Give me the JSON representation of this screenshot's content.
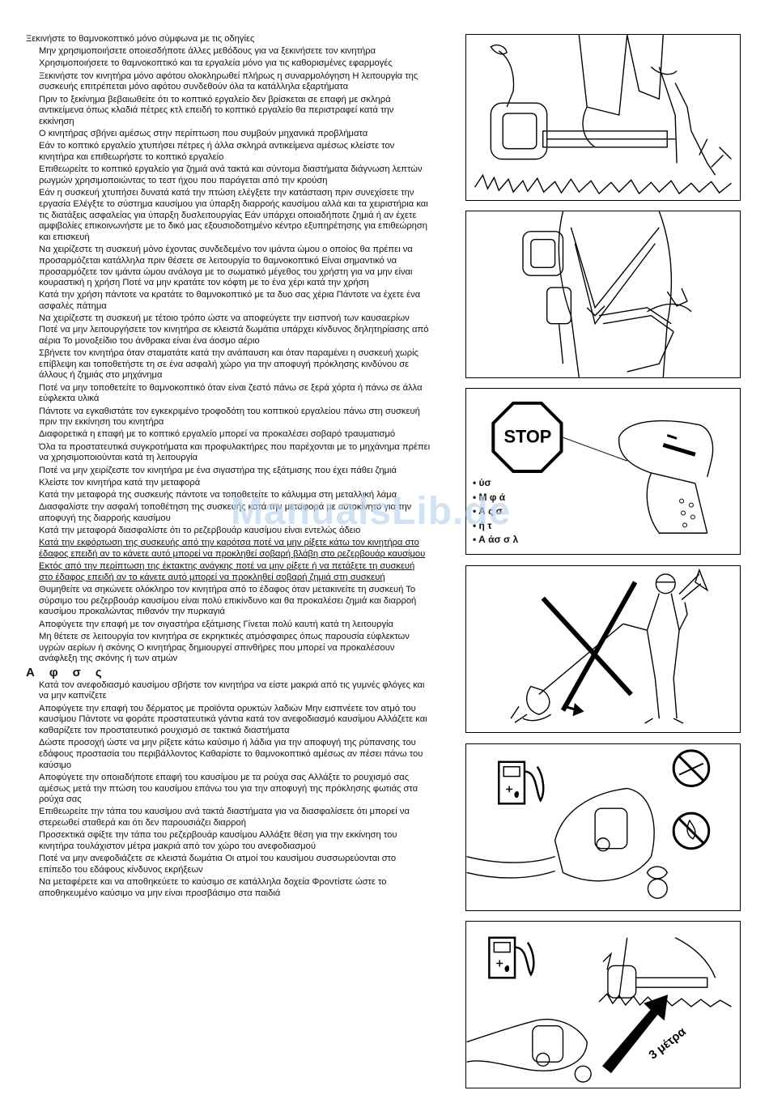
{
  "paragraphs_before_heading": [
    "Ξεκινήστε το θαμνοκοπτικό μόνο σύμφωνα με τις οδηγίες",
    "Μην χρησιμοποιήσετε οποιεσδήποτε άλλες μεθόδους για να ξεκινήσετε τον κινητήρα",
    "Χρησιμοποιήσετε το θαμνοκοπτικό και τα εργαλεία μόνο για τις καθορισμένες εφαρμογές",
    "Ξεκινήστε τον κινητήρα μόνο αφότου ολοκληρωθεί πλήρως η συναρμολόγηση Η λειτουργία της συσκευής επιτρέπεται μόνο αφότου συνδεθούν όλα τα κατάλληλα εξαρτήματα",
    "Πριν το ξεκίνημα βεβαιωθείτε ότι το κοπτικό εργαλείο δεν βρίσκεται σε επαφή με σκληρά αντικείμενα όπως κλαδιά πέτρες κτλ επειδή το κοπτικό εργαλείο θα περιστραφεί κατά την εκκίνηση",
    "Ο κινητήρας σβήνει αμέσως στην περίπτωση που συμβούν μηχανικά προβλήματα",
    "Εάν το κοπτικό εργαλείο χτυπήσει πέτρες ή άλλα σκληρά αντικείμενα αμέσως κλείστε τον κινητήρα και επιθεωρήστε το κοπτικό εργαλείο",
    "Επιθεωρείτε το κοπτικό εργαλείο για ζημιά ανά τακτά και σύντομα διαστήματα διάγνωση λεπτών ρωγμών χρησιμοποιώντας το τεστ ήχου που παράγεται από την κρούση",
    "Εάν η συσκευή χτυπήσει δυνατά κατά την πτώση ελέγξετε την κατάσταση πριν συνεχίσετε την εργασία Ελέγξτε το σύστημα καυσίμου για ύπαρξη διαρροής καυσίμου αλλά και τα χειριστήρια και τις διατάξεις ασφαλείας για ύπαρξη δυσλειτουργίας Εάν υπάρχει οποιαδήποτε ζημιά ή αν έχετε αμφιβολίες επικοινωνήστε με το δικό μας εξουσιοδοτημένο κέντρο εξυπηρέτησης για επιθεώρηση και επισκευή",
    "Να χειρίζεστε τη συσκευή μόνο έχοντας συνδεδεμένο τον ιμάντα ώμου ο οποίος θα πρέπει να προσαρμόζεται κατάλληλα πριν θέσετε σε λειτουργία το θαμνοκοπτικό Είναι σημαντικό να προσαρμόζετε τον ιμάντα ώμου ανάλογα με το σωματικό μέγεθος του χρήστη για να μην είναι κουραστική η χρήση Ποτέ να μην κρατάτε τον κόφτη με το ένα χέρι κατά την χρήση",
    "Κατά την χρήση πάντοτε να κρατάτε το θαμνοκοπτικό με τα δυο σας χέρια Πάντοτε να έχετε ένα ασφαλές πάτημα",
    "Να χειρίζεστε τη συσκευή με τέτοιο τρόπο ώστε να αποφεύγετε την εισπνοή των καυσαερίων Ποτέ να μην λειτουργήσετε τον κινητήρα σε κλειστά δωμάτια υπάρχει κίνδυνος δηλητηρίασης από αέρια Το μονοξείδιο του άνθρακα είναι ένα άοσμο αέριο",
    "Σβήνετε τον κινητήρα όταν σταματάτε κατά την ανάπαυση και όταν παραμένει η συσκευή χωρίς επίβλεψη και τοποθετήστε τη σε ένα ασφαλή χώρο για την αποφυγή πρόκλησης κινδύνου σε άλλους ή ζημιάς στο μηχάνημα",
    "Ποτέ να μην τοποθετείτε το θαμνοκοπτικό όταν είναι ζεστό πάνω σε ξερά χόρτα ή πάνω σε άλλα εύφλεκτα υλικά",
    "Πάντοτε να εγκαθιστάτε τον εγκεκριμένο τροφοδότη του κοπτικού εργαλείου πάνω στη συσκευή πριν την εκκίνηση του κινητήρα",
    "Διαφορετικά η επαφή με το κοπτικό εργαλείο μπορεί να προκαλέσει σοβαρό τραυματισμό",
    "Όλα τα προστατευτικά συγκροτήματα και προφυλακτήρες που παρέχονται με το μηχάνημα πρέπει να χρησιμοποιούνται κατά τη λειτουργία",
    "Ποτέ να μην χειρίζεστε τον κινητήρα με ένα σιγαστήρα της εξάτμισης που έχει πάθει ζημιά",
    "Κλείστε τον κινητήρα κατά την μεταφορά",
    "Κατά την μεταφορά της συσκευής πάντοτε να τοποθετείτε το κάλυμμα στη μεταλλική λάμα",
    "Διασφαλίστε την ασφαλή τοποθέτηση της συσκευής κατά την μεταφορά με αυτοκίνητο για την αποφυγή της διαρροής καυσίμου",
    "Κατά την μεταφορά διασφαλίστε ότι το ρεζερβουάρ καυσίμου είναι εντελώς άδειο"
  ],
  "paragraphs_underlined": [
    "Κατά την εκφόρτωση της συσκευής από την καρότσα ποτέ να μην ρίξετε κάτω τον κινητήρα στο έδαφος επειδή αν το κάνετε αυτό μπορεί να προκληθεί σοβαρή βλάβη στο ρεζερβουάρ καυσίμου",
    "Εκτός από την περίπτωση της έκτακτης ανάγκης ποτέ να μην ρίξετε ή να πετάξετε τη συσκευή στο έδαφος επειδή αν το κάνετε αυτό μπορεί να προκληθεί σοβαρή ζημιά στη συσκευή"
  ],
  "paragraphs_after_underlined": [
    "Θυμηθείτε να σηκώνετε ολόκληρο τον κινητήρα από το έδαφος όταν μετακινείτε τη συσκευή Το σύρσιμο του ρεζερβουάρ καυσίμου είναι πολύ επικίνδυνο και θα προκαλέσει ζημιά και διαρροή καυσίμου προκαλώντας πιθανόν την πυρκαγιά",
    "Αποφύγετε την επαφή με τον σιγαστήρα εξάτμισης Γίνεται πολύ καυτή κατά τη λειτουργία",
    "Μη θέτετε σε λειτουργία τον κινητήρα σε εκρηκτικές ατμόσφαιρες όπως παρουσία εύφλεκτων υγρών αερίων ή σκόνης Ο κινητήρας δημιουργεί σπινθήρες που μπορεί να προκαλέσουν ανάφλεξη της σκόνης ή των ατμών"
  ],
  "heading": "Αφσς",
  "paragraphs_after_heading": [
    "Κατά τον ανεφοδιασμό καυσίμου σβήστε τον κινητήρα να είστε μακριά από τις γυμνές φλόγες και να μην καπνίζετε",
    "Αποφύγετε την επαφή του δέρματος με προϊόντα ορυκτών λαδιών Μην εισπνέετε τον ατμό του καυσίμου Πάντοτε να φοράτε προστατευτικά γάντια κατά τον ανεφοδιασμό καυσίμου Αλλάζετε και καθαρίζετε τον προστατευτικό ρουχισμό σε τακτικά διαστήματα",
    "Δώστε προσοχή ώστε να μην ρίξετε κάτω καύσιμο ή λάδια για την αποφυγή της ρύπανσης του εδάφους προστασία του περιβάλλοντος Καθαρίστε το θαμνοκοπτικό αμέσως αν πέσει πάνω του καύσιμο",
    "Αποφύγετε την οποιαδήποτε επαφή του καυσίμου με τα ρούχα σας Αλλάξτε το ρουχισμό σας αμέσως μετά την πτώση του καυσίμου επάνω του για την αποφυγή της πρόκλησης φωτιάς στα ρούχα σας",
    "Επιθεωρείτε την τάπα του καυσίμου ανά τακτά διαστήματα για να διασφαλίσετε ότι μπορεί να στερεωθεί σταθερά και ότι δεν παρουσιάζει διαρροή",
    "Προσεκτικά σφίξτε την τάπα του ρεζερβουάρ καυσίμου Αλλάξτε θέση για την εκκίνηση του κινητήρα τουλάχιστον μέτρα μακριά από τον χώρο του ανεφοδιασμού",
    "Ποτέ να μην ανεφοδιάζετε σε κλειστά δωμάτια Οι ατμοί του καυσίμου συσσωρεύονται στο επίπεδο του εδάφους κίνδυνος εκρήξεων",
    "Να μεταφέρετε και να αποθηκεύετε το καύσιμο σε κατάλληλα δοχεία Φροντίστε ώστε το αποθηκευμένο καύσιμο να μην είναι προσβάσιμο στα παιδιά"
  ],
  "figures": {
    "stop_sign": "STOP",
    "stop_bullets": [
      "ύσ",
      "Μ φ ά",
      "Α ς σ",
      "ή τ",
      "Α άσ σ λ"
    ],
    "distance_label": "3 μέτρα"
  },
  "watermark": "ManualsLib.de",
  "colors": {
    "text": "#111111",
    "watermark": "#b7d3ee",
    "border": "#000000"
  }
}
